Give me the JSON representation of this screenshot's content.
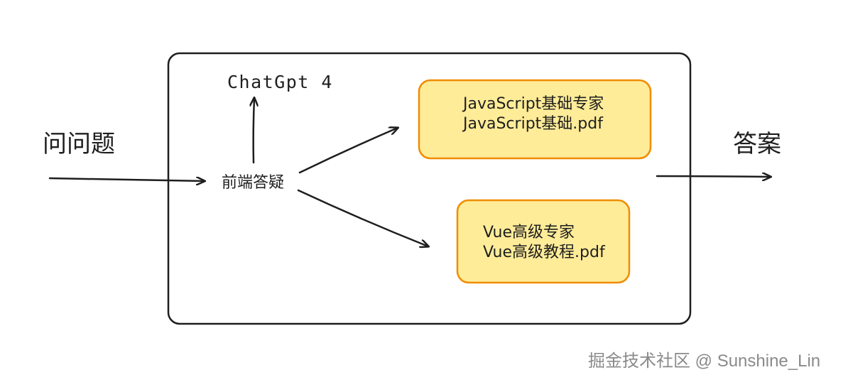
{
  "diagram": {
    "input_label": "问问题",
    "output_label": "答案",
    "router_label": "前端答疑",
    "model_label": "ChatGpt 4",
    "experts": [
      {
        "title": "JavaScript基础专家",
        "file": "JavaScript基础.pdf"
      },
      {
        "title": "Vue高级专家",
        "file": "Vue高级教程.pdf"
      }
    ]
  },
  "watermark": "掘金技术社区 @ Sunshine_Lin",
  "colors": {
    "stroke": "#1e1e1e",
    "expert_fill": "#ffec99",
    "expert_stroke": "#f08c00",
    "watermark": "#8a8a8a"
  }
}
